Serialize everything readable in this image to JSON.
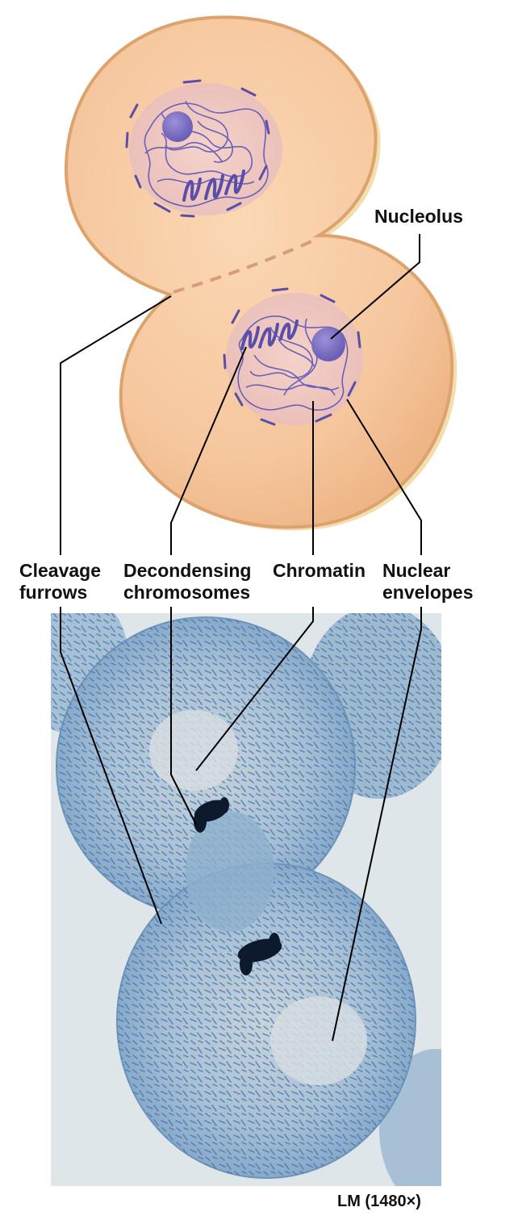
{
  "labels": {
    "nucleolus": "Nucleolus",
    "cleavage_furrows": [
      "Cleavage",
      "furrows"
    ],
    "decondensing_chromosomes": [
      "Decondensing",
      "chromosomes"
    ],
    "chromatin": "Chromatin",
    "nuclear_envelopes": [
      "Nuclear",
      "envelopes"
    ]
  },
  "caption": "LM (1480×)",
  "colors": {
    "cytoplasm": "#f6c79e",
    "cell_rim": "#dca36f",
    "cell_edge_highlight": "#e9c46a",
    "chromatin": "#6b5fb8",
    "nucleoplasm": "#efc8c4",
    "micrograph_background": "#dfe6ea",
    "micrograph_stain": "#3f77b3",
    "leader_lines": "#000000"
  }
}
